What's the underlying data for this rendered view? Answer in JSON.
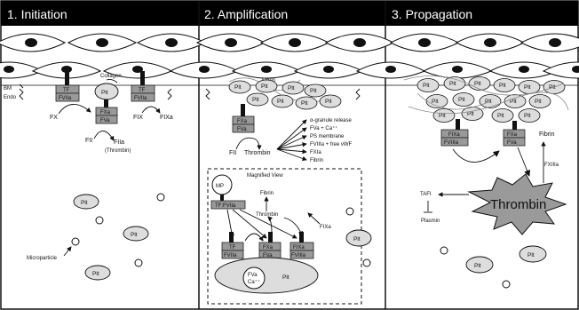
{
  "panels": [
    {
      "title": "1. Initiation"
    },
    {
      "title": "2. Amplification"
    },
    {
      "title": "3. Propagation"
    }
  ],
  "p1": {
    "bm": "BM",
    "endo": "Endo",
    "tf": "TF",
    "fviia": "FVIIa",
    "plt": "Plt",
    "collagen": "Collagen",
    "fxa": "FXa",
    "fva": "FVa",
    "fx": "FX",
    "fix": "FIX",
    "fixa": "FIXa",
    "fii": "FII",
    "fiia": "FIIa",
    "thrombin_paren": "(Thrombin)",
    "microparticle": "Microparticle"
  },
  "p2": {
    "fibrin": "Fibrin",
    "plt": "Plt",
    "fxa": "FXa",
    "fva": "FVa",
    "fii": "FII",
    "thrombin": "Thrombin",
    "effects": [
      "α-granule release",
      "FVa + Ca⁺⁺",
      "PS membrane",
      "FVIIIa + free vWF",
      "FXIa",
      "Fibrin"
    ],
    "magnified_view": "Magnified View",
    "mp": "MP",
    "tf_fviia": "TF:FVIIa",
    "mv_fibrin": "Fibrin",
    "mv_thrombin": "Thrombin",
    "mv_fixa": "FIXa",
    "tf": "TF",
    "fviia": "FVIIa",
    "fixa": "FIXa",
    "fviiia": "FVIIIa",
    "fva_ca": "FVa",
    "ca": "Ca⁺⁺",
    "mv_plt": "Plt"
  },
  "p3": {
    "plt": "Plt",
    "fixa": "FIXa",
    "fviiia": "FVIIIa",
    "fxa": "FXa",
    "fva": "FVa",
    "fibrin": "Fibrin",
    "fxiiia": "FXIIIa",
    "thrombin": "Thrombin",
    "tafi": "TAFI",
    "plasmin": "Plasmin"
  },
  "colors": {
    "header": "#000000",
    "box": "#999999",
    "burst": "#9a9a9a"
  }
}
